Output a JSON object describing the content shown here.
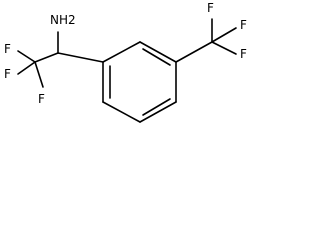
{
  "molecule": {
    "atoms": {
      "amine": "NH2",
      "f1_top_left": "F",
      "f2_left": "F",
      "f3_bottom": "F",
      "f4_top_right_top": "F",
      "f5_right": "F",
      "f6_right_lower": "F"
    },
    "colors": {
      "bond": "#000000",
      "text": "#000000",
      "background": "#ffffff"
    }
  }
}
